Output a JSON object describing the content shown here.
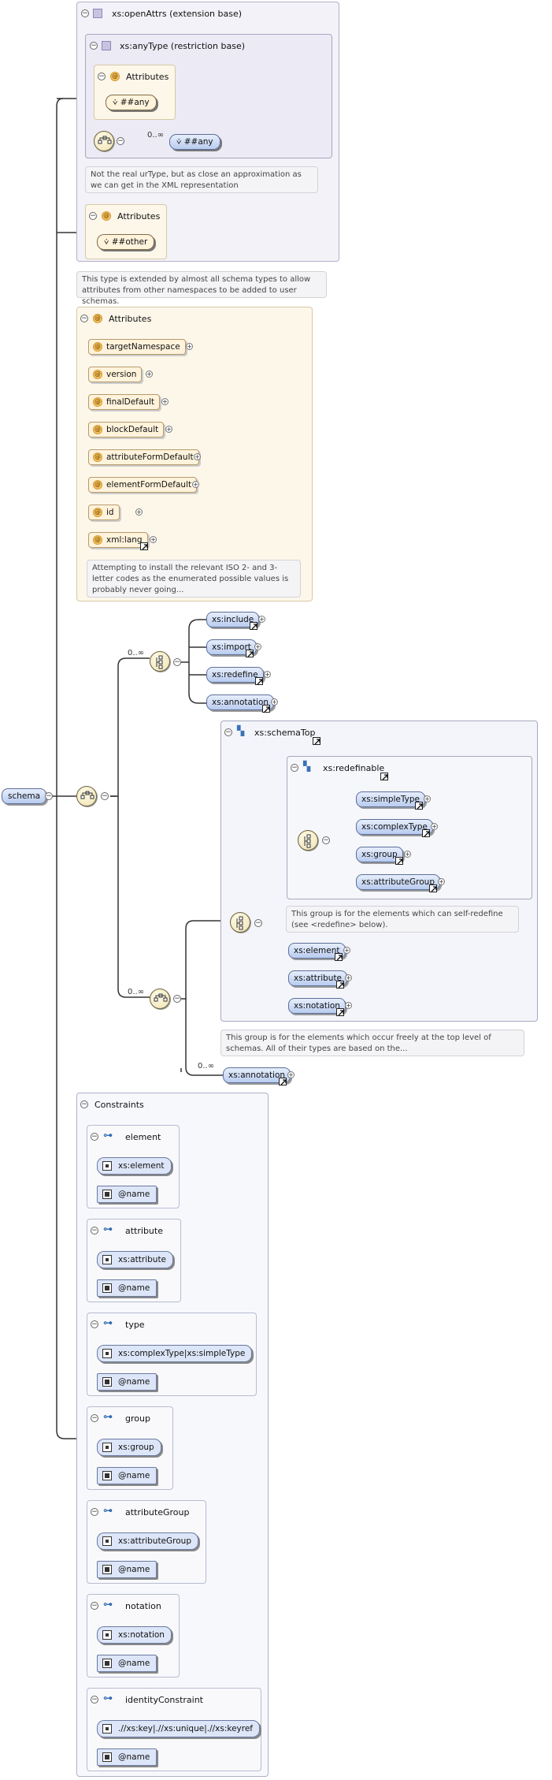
{
  "root": {
    "label": "schema"
  },
  "openAttrs": {
    "title": "xs:openAttrs (extension base)",
    "anyType": {
      "title": "xs:anyType (restriction base)",
      "attributes_title": "Attributes",
      "any_attr": "##any",
      "any_element_occ": "0..∞",
      "any_element": "##any",
      "note": "Not the real urType, but as close an approximation as we can get in the XML representation"
    },
    "ext_attributes_title": "Attributes",
    "other_attr": "##other",
    "note": "This type is extended by almost all schema types to allow attributes from other namespaces to be added to user schemas."
  },
  "attributes": {
    "title": "Attributes",
    "items": [
      "targetNamespace",
      "version",
      "finalDefault",
      "blockDefault",
      "attributeFormDefault",
      "elementFormDefault",
      "id",
      "xml:lang"
    ],
    "note": "Attempting to install the relevant ISO 2- and 3-letter codes as the enumerated possible values is probably never going..."
  },
  "content": {
    "choice1_occ": "0..∞",
    "choice1_items": [
      "xs:include",
      "xs:import",
      "xs:redefine",
      "xs:annotation"
    ],
    "seq_occ": "0..∞",
    "schemaTop": {
      "title": "xs:schemaTop",
      "redefinable": {
        "title": "xs:redefinable",
        "items": [
          "xs:simpleType",
          "xs:complexType",
          "xs:group",
          "xs:attributeGroup"
        ],
        "note": "This group is for the elements which can self-redefine (see <redefine> below)."
      },
      "items": [
        "xs:element",
        "xs:attribute",
        "xs:notation"
      ],
      "note": "This group is for the elements which occur freely at the top level of schemas. All of their types are based on the..."
    },
    "annotation_occ": "0..∞",
    "annotation": "xs:annotation"
  },
  "constraints": {
    "title": "Constraints",
    "items": [
      {
        "name": "element",
        "selector": "xs:element",
        "field": "@name"
      },
      {
        "name": "attribute",
        "selector": "xs:attribute",
        "field": "@name"
      },
      {
        "name": "type",
        "selector": "xs:complexType|xs:simpleType",
        "field": "@name"
      },
      {
        "name": "group",
        "selector": "xs:group",
        "field": "@name"
      },
      {
        "name": "attributeGroup",
        "selector": "xs:attributeGroup",
        "field": "@name"
      },
      {
        "name": "notation",
        "selector": "xs:notation",
        "field": "@name"
      },
      {
        "name": "identityConstraint",
        "selector": ".//xs:key|.//xs:unique|.//xs:keyref",
        "field": "@name"
      }
    ]
  }
}
